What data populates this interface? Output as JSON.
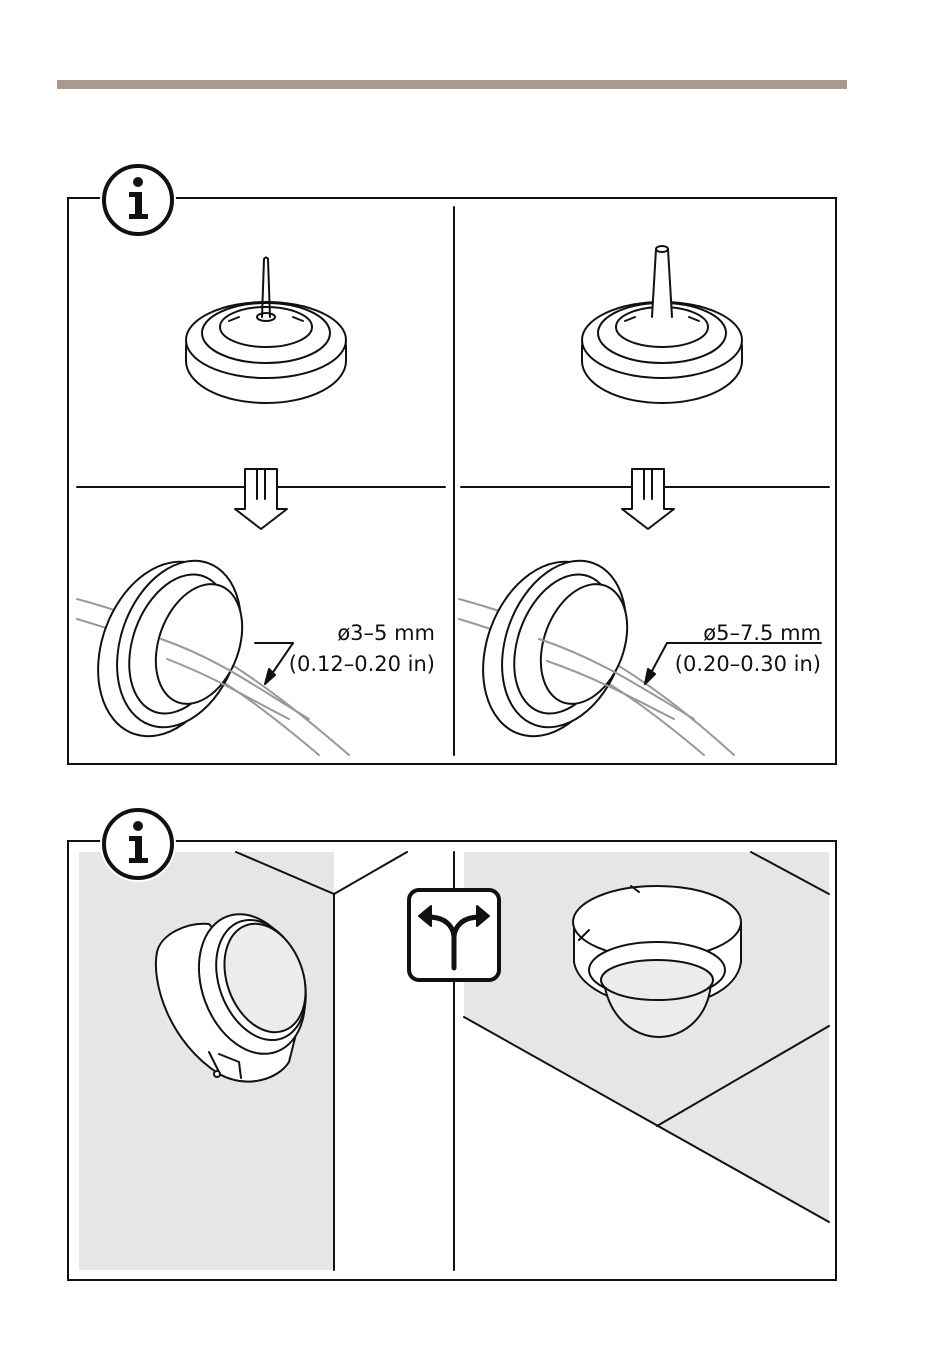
{
  "page": {
    "accent_rule_color": "#a89a8f",
    "stroke_color": "#111111",
    "wall_shade_color": "#e6e6e6"
  },
  "panel_info_grommet": {
    "badge_icon": "info-icon",
    "columns": [
      {
        "id": "small-cable",
        "arrow_icon": "down-arrow-icon",
        "diameter_label": "ø3–5 mm",
        "inch_label": "(0.12–0.20 in)"
      },
      {
        "id": "large-cable",
        "arrow_icon": "down-arrow-icon",
        "diameter_label": "ø5–7.5 mm",
        "inch_label": "(0.20–0.30 in)"
      }
    ]
  },
  "panel_info_mounting": {
    "badge_icon": "info-icon",
    "center_icon": "fork-arrows-icon",
    "options": [
      {
        "id": "wall-mount",
        "illustration": "camera-wall-mount"
      },
      {
        "id": "ceiling-mount",
        "illustration": "camera-ceiling-mount"
      }
    ]
  }
}
